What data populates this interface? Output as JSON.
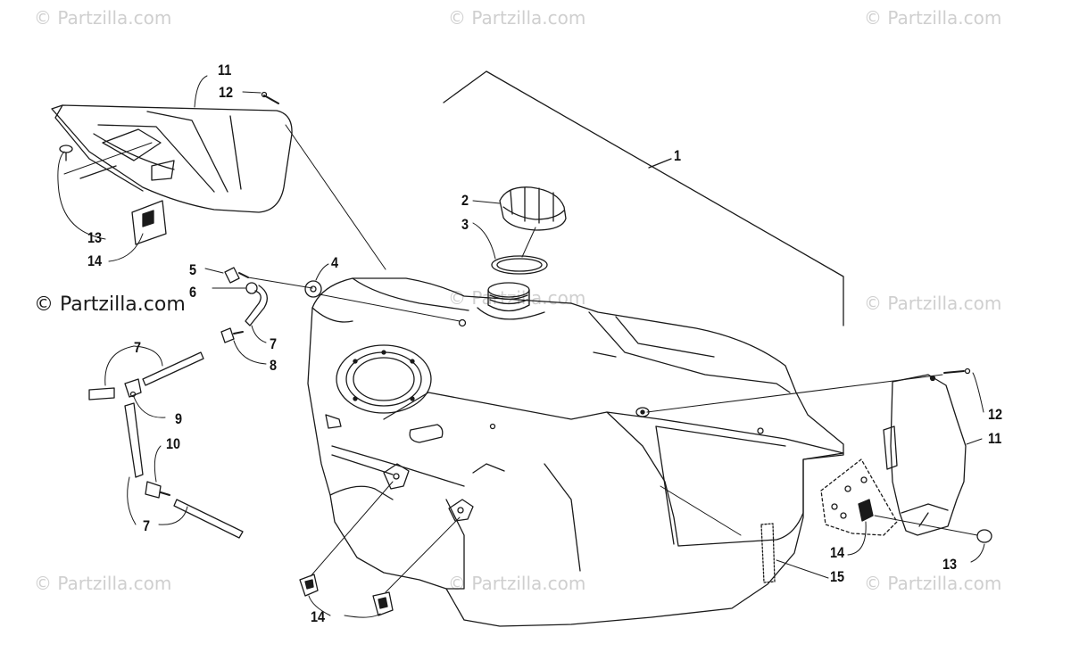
{
  "watermarks": {
    "text": "© Partzilla.com",
    "featured": "© Partzilla.com"
  },
  "callouts": [
    {
      "id": "c1",
      "label": "1"
    },
    {
      "id": "c2",
      "label": "2"
    },
    {
      "id": "c3",
      "label": "3"
    },
    {
      "id": "c4",
      "label": "4"
    },
    {
      "id": "c5",
      "label": "5"
    },
    {
      "id": "c6",
      "label": "6"
    },
    {
      "id": "c7a",
      "label": "7"
    },
    {
      "id": "c7b",
      "label": "7"
    },
    {
      "id": "c7c",
      "label": "7"
    },
    {
      "id": "c8",
      "label": "8"
    },
    {
      "id": "c9",
      "label": "9"
    },
    {
      "id": "c10",
      "label": "10"
    },
    {
      "id": "c11a",
      "label": "11"
    },
    {
      "id": "c11b",
      "label": "11"
    },
    {
      "id": "c12a",
      "label": "12"
    },
    {
      "id": "c12b",
      "label": "12"
    },
    {
      "id": "c13a",
      "label": "13"
    },
    {
      "id": "c13b",
      "label": "13"
    },
    {
      "id": "c14a",
      "label": "14"
    },
    {
      "id": "c14b",
      "label": "14"
    },
    {
      "id": "c14c",
      "label": "14"
    },
    {
      "id": "c15",
      "label": "15"
    }
  ],
  "colors": {
    "line": "#1a1a1a",
    "watermark": "#cfcfcf",
    "background": "#ffffff"
  }
}
